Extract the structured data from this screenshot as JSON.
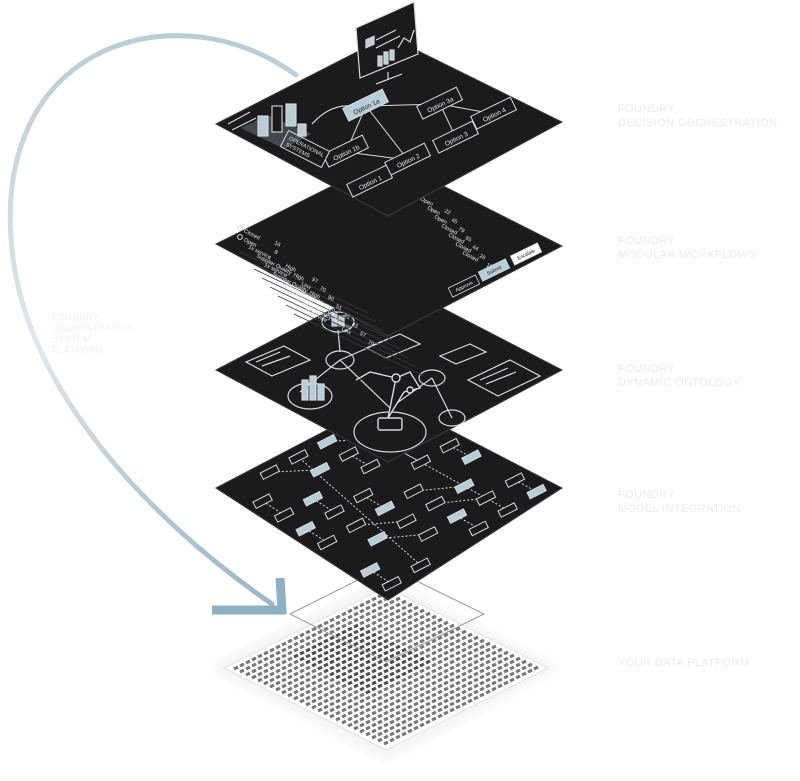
{
  "layers": [
    {
      "id": "orchestration",
      "line1": "FOUNDRY",
      "line2": "DECISION ORCHESTRATION"
    },
    {
      "id": "workflows",
      "line1": "FOUNDRY",
      "line2": "MODULAR WORKFLOWS"
    },
    {
      "id": "ontology",
      "line1": "FOUNDRY",
      "line2": "DYNAMIC ONTOLOGY"
    },
    {
      "id": "integration",
      "line1": "FOUNDRY",
      "line2": "MODEL INTEGRATION"
    },
    {
      "id": "data",
      "line1": "",
      "line2": "YOUR DATA PLATFORM"
    }
  ],
  "side_label": {
    "lines": [
      "FOUNDRY",
      "ORCHESTRATION",
      "SYSTEM",
      "PLATFORM"
    ]
  },
  "decision_map": {
    "options": [
      "Option 1a",
      "Option 3a",
      "Option 4",
      "Option 3",
      "Option 2",
      "Option 1",
      "Option 1b"
    ],
    "system_label": [
      "OPERATIONAL",
      "SYSTEMS"
    ]
  },
  "workflow_table": {
    "filters": [
      "Closed",
      "Open"
    ],
    "filter_counts": [
      "16",
      "8"
    ],
    "rows": [
      [
        "1x service",
        "High",
        "97"
      ],
      [
        "Supplier Quality",
        "High",
        "70"
      ],
      [
        "1x service",
        "Low",
        "90"
      ],
      [
        "Supplier Quality",
        "High",
        "51"
      ],
      [
        "Supplier Quality",
        "Medium",
        "85"
      ],
      [
        "1x service",
        "High",
        "83"
      ],
      [
        "Supplier Quality",
        "Medium",
        "57"
      ],
      [
        "1x service",
        "Low",
        "79"
      ]
    ],
    "status_rows": [
      [
        "Open",
        "22"
      ],
      [
        "Open",
        "45"
      ],
      [
        "Open",
        "79"
      ],
      [
        "Closed",
        "65"
      ],
      [
        "Closed",
        "44"
      ],
      [
        "Closed",
        "26"
      ],
      [
        "Closed",
        "103"
      ]
    ],
    "buttons": [
      "Approve",
      "Submit",
      "Escalate"
    ]
  },
  "colors": {
    "panel": "#1b1b1d",
    "panel_stroke": "#3a3a3e",
    "line": "#d8dbdf",
    "accent": "#b7cdd8",
    "arrow": "#9ab6c6",
    "grid_cell": "#5b5b5f",
    "label": "#e6e9ec"
  },
  "icons": [
    "monitor-icon",
    "factory-icon",
    "robot-arm-icon",
    "building-icon",
    "arrow-icon"
  ]
}
